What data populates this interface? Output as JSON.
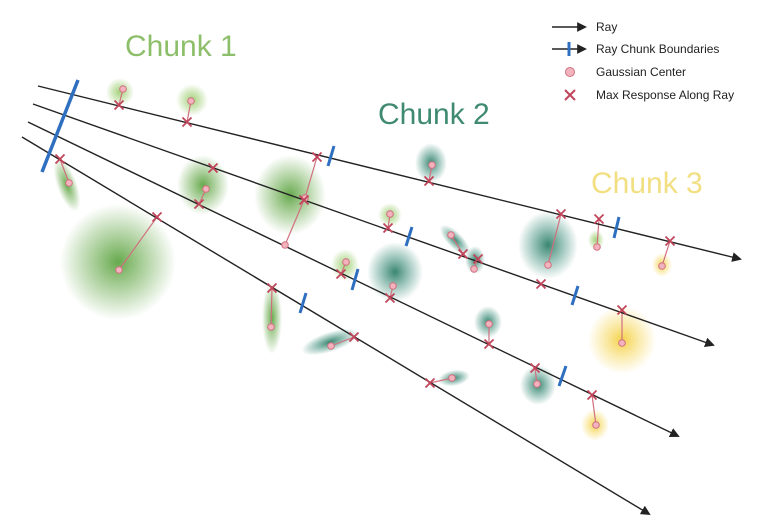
{
  "chunk_labels": [
    {
      "text": "Chunk 1",
      "color": "#8dbf6a"
    },
    {
      "text": "Chunk 2",
      "color": "#3f8a70"
    },
    {
      "text": "Chunk 3",
      "color": "#f1df82"
    }
  ],
  "legend": {
    "ray": "Ray",
    "boundaries": "Ray Chunk Boundaries",
    "center": "Gaussian Center",
    "max_response": "Max Response Along Ray"
  },
  "colors": {
    "ray": "#222222",
    "boundary": "#2e6fc0",
    "center_fill": "#f2b3be",
    "center_stroke": "#d0707f",
    "response": "#c0445a",
    "gauss_light_green": "#9fcf74",
    "gauss_green": "#6aab4e",
    "gauss_teal": "#3c8d78",
    "gauss_yellow": "#f6d75a"
  },
  "icons": [
    "arrow-icon",
    "boundary-tick-icon",
    "center-dot-icon",
    "cross-icon"
  ]
}
